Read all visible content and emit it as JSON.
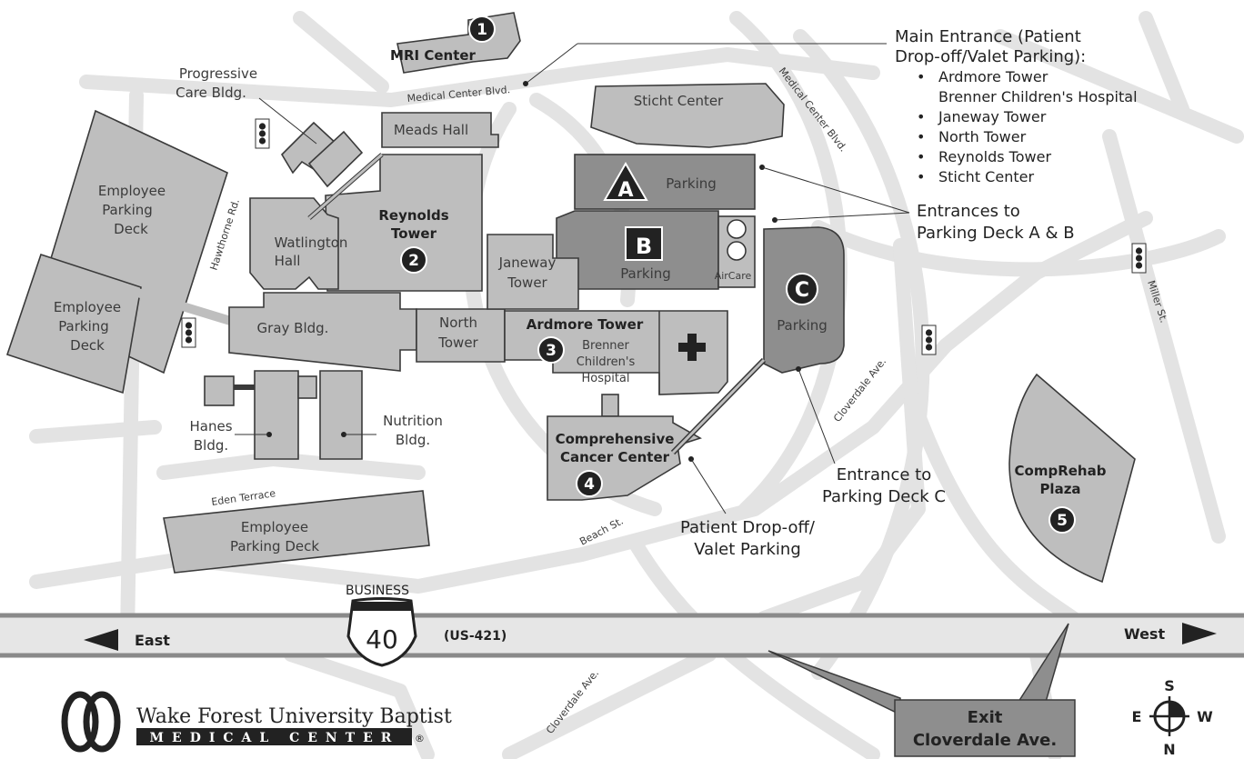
{
  "title": {
    "line1": "Wake Forest University Baptist",
    "line2": "MEDICAL CENTER",
    "mark": "®"
  },
  "buildings": {
    "mri": "MRI Center",
    "progressive": [
      "Progressive",
      "Care Bldg."
    ],
    "meads": "Meads Hall",
    "sticht": "Sticht Center",
    "reynolds": [
      "Reynolds",
      "Tower"
    ],
    "watlington": [
      "Watlington",
      "Hall"
    ],
    "gray": "Gray Bldg.",
    "janeway": [
      "Janeway",
      "Tower"
    ],
    "north": [
      "North",
      "Tower"
    ],
    "ardmore": "Ardmore Tower",
    "brenner": [
      "Brenner",
      "Children's",
      "Hospital"
    ],
    "hanes": [
      "Hanes",
      "Bldg."
    ],
    "nutrition": [
      "Nutrition",
      "Bldg."
    ],
    "cancer": [
      "Comprehensive",
      "Cancer Center"
    ],
    "comprehab": [
      "CompRehab",
      "Plaza"
    ],
    "aircare": "AirCare"
  },
  "decks": {
    "emp1": [
      "Employee",
      "Parking",
      "Deck"
    ],
    "emp2": [
      "Employee",
      "Parking",
      "Deck"
    ],
    "emp3": [
      "Employee",
      "Parking Deck"
    ],
    "a_letter": "A",
    "b_letter": "B",
    "c_letter": "C",
    "parking": "Parking"
  },
  "numbers": {
    "n1": "1",
    "n2": "2",
    "n3": "3",
    "n4": "4",
    "n5": "5"
  },
  "streets": {
    "medical_blvd_1": "Medical Center Blvd.",
    "medical_blvd_2": "Medical Center Blvd.",
    "hawthorne": "Hawthorne Rd.",
    "miller": "Miller St.",
    "cloverdale_1": "Cloverdale Ave.",
    "cloverdale_2": "Cloverdale Ave.",
    "beach": "Beach St.",
    "eden": "Eden Terrace"
  },
  "callouts": {
    "main_entrance": [
      "Main Entrance  (Patient",
      "Drop-off/Valet Parking):"
    ],
    "main_list": [
      "Ardmore Tower",
      "Brenner Children's Hospital",
      "Janeway Tower",
      "North Tower",
      "Reynolds Tower",
      "Sticht Center"
    ],
    "deck_ab": [
      "Entrances to",
      "Parking Deck A & B"
    ],
    "deck_c": [
      "Entrance to",
      "Parking Deck C"
    ],
    "dropoff": [
      "Patient Drop-off/",
      "Valet Parking"
    ]
  },
  "highway": {
    "business": "BUSINESS",
    "number": "40",
    "us": "(US-421)",
    "east": "East",
    "west": "West"
  },
  "exit": [
    "Exit",
    "Cloverdale Ave."
  ],
  "compass": {
    "s": "S",
    "n": "N",
    "e": "E",
    "w": "W"
  },
  "colors": {
    "building": "#bebebe",
    "parking": "#8e8e8e",
    "road": "#e3e3e3",
    "highway": "#e6e6e6",
    "ink": "#222222"
  }
}
